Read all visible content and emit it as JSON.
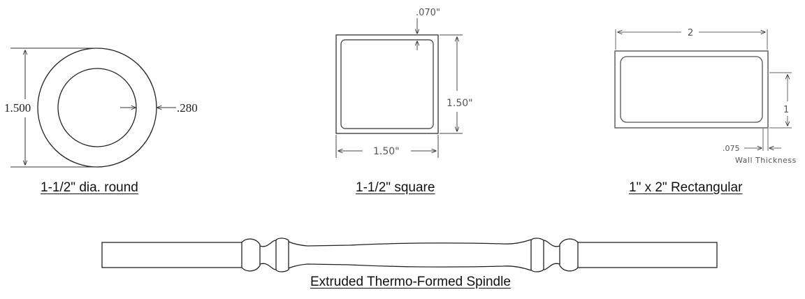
{
  "round": {
    "caption": "1-1/2\" dia. round",
    "outer_label": "1.500",
    "wall_label": ".280"
  },
  "square": {
    "caption": "1-1/2\" square",
    "wall_label": ".070\"",
    "height_label": "1.50\"",
    "width_label": "1.50\""
  },
  "rectangular": {
    "caption": "1\" x 2\" Rectangular",
    "width_label": "2",
    "height_label": "1",
    "wall_label": ".075",
    "wall_note": "Wall Thickness"
  },
  "spindle": {
    "caption": "Extruded Thermo-Formed Spindle"
  }
}
